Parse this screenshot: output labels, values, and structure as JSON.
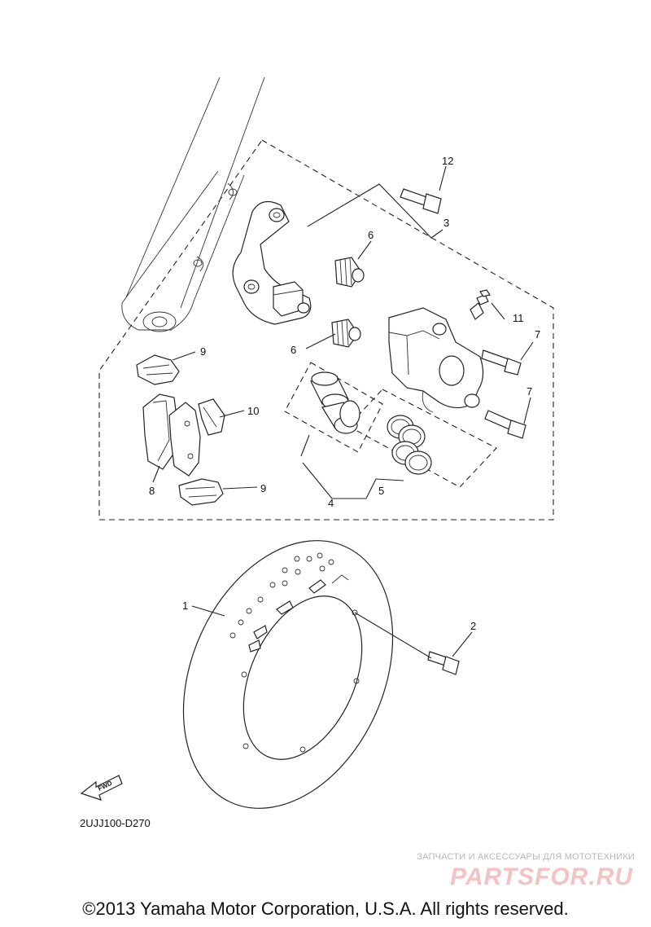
{
  "diagram": {
    "callouts": [
      "1",
      "2",
      "3",
      "4",
      "5",
      "6",
      "6",
      "7",
      "7",
      "8",
      "9",
      "9",
      "10",
      "11",
      "12"
    ],
    "fwd_label": "FWD",
    "diagram_code": "2UJJ100-D270"
  },
  "footer": {
    "copyright": "©2013 Yamaha Motor Corporation, U.S.A. All rights reserved."
  },
  "watermark": {
    "tagline": "ЗАПЧАСТИ И АКСЕССУАРЫ ДЛЯ МОТОТЕХНИКИ",
    "logo": "PARTSFOR.RU"
  }
}
